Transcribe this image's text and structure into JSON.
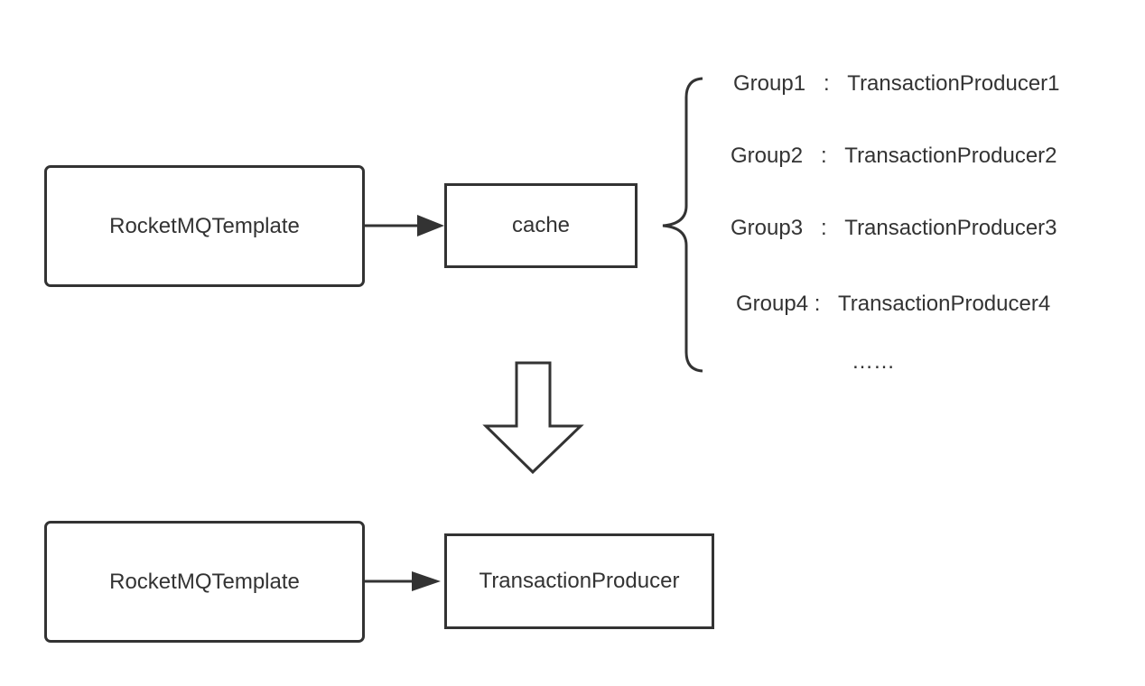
{
  "top_row": {
    "template_label": "RocketMQTemplate",
    "cache_label": "cache"
  },
  "cache_entries": [
    {
      "text": "Group1   :   TransactionProducer1"
    },
    {
      "text": "Group2   :   TransactionProducer2"
    },
    {
      "text": "Group3   :   TransactionProducer3"
    },
    {
      "text": "Group4 :   TransactionProducer4"
    }
  ],
  "more_entries": "……",
  "bottom_row": {
    "template_label": "RocketMQTemplate",
    "producer_label": "TransactionProducer"
  },
  "colors": {
    "stroke": "#333333",
    "background": "#ffffff"
  }
}
